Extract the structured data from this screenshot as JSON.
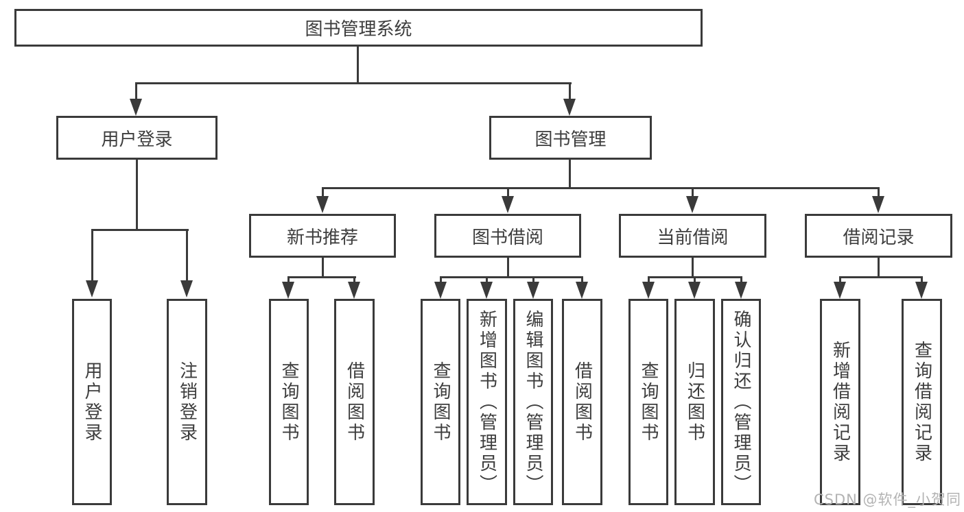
{
  "diagram": {
    "root": {
      "label": "图书管理系统"
    },
    "branches": [
      {
        "label": "用户登录",
        "children": [
          {
            "label": "用户登录"
          },
          {
            "label": "注销登录"
          }
        ]
      },
      {
        "label": "图书管理",
        "children": [
          {
            "label": "新书推荐",
            "children": [
              {
                "label": "查询图书"
              },
              {
                "label": "借阅图书"
              }
            ]
          },
          {
            "label": "图书借阅",
            "children": [
              {
                "label": "查询图书"
              },
              {
                "label": "新增图书（管理员）"
              },
              {
                "label": "编辑图书（管理员）"
              },
              {
                "label": "借阅图书"
              }
            ]
          },
          {
            "label": "当前借阅",
            "children": [
              {
                "label": "查询图书"
              },
              {
                "label": "归还图书"
              },
              {
                "label": "确认归还（管理员）"
              }
            ]
          },
          {
            "label": "借阅记录",
            "children": [
              {
                "label": "新增借阅记录"
              },
              {
                "label": "查询借阅记录"
              }
            ]
          }
        ]
      }
    ]
  },
  "watermark": {
    "text": "CSDN @软件_小贺同学"
  },
  "colors": {
    "line": "#3a3a3a",
    "text": "#3d3d3d",
    "background": "#ffffff",
    "watermark": "#b3b3b3"
  }
}
